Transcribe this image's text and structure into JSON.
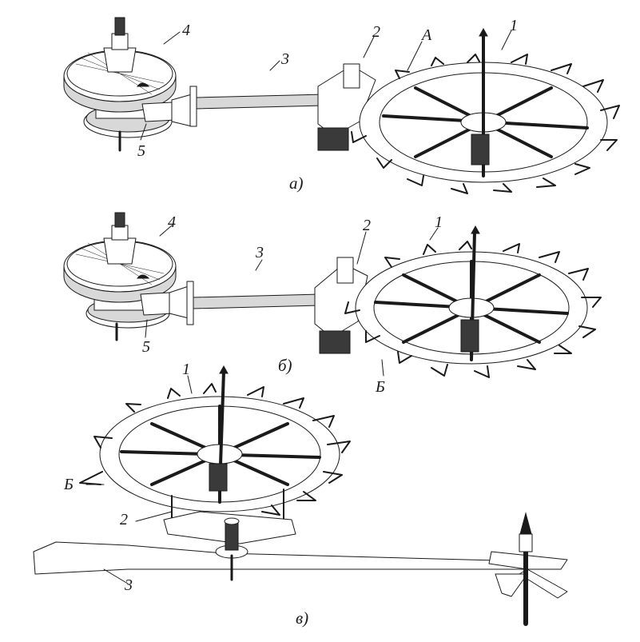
{
  "figure": {
    "panels": [
      {
        "id": "a",
        "caption": "а)",
        "labels": {
          "wheel": "1",
          "pallet": "2",
          "lever": "3",
          "balance": "4",
          "roller": "5",
          "tooth": "А"
        }
      },
      {
        "id": "b",
        "caption": "б)",
        "labels": {
          "wheel": "1",
          "pallet": "2",
          "lever": "3",
          "balance": "4",
          "roller": "5",
          "tooth": "Б"
        }
      },
      {
        "id": "c",
        "caption": "в)",
        "labels": {
          "wheel": "1",
          "pallet": "2",
          "lever": "3",
          "tooth": "Б"
        }
      }
    ]
  }
}
